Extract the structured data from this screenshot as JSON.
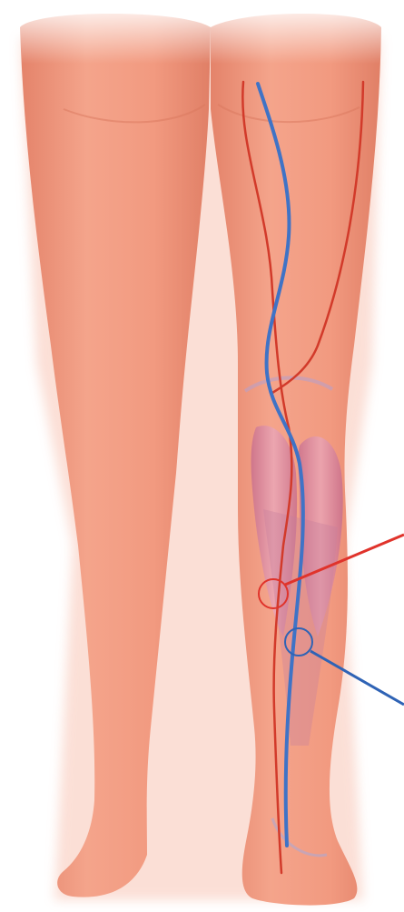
{
  "illustration": {
    "subject": "legs-posterior-view",
    "colors": {
      "background": "#ffffff",
      "skin": "#f0977c",
      "skin_light": "#f7b29c",
      "skin_shadow": "#de7a5f",
      "muscle": "#c97a9e",
      "artery": "#d23a2a",
      "vein": "#3f73c6"
    },
    "callouts": [
      {
        "name": "artery-callout",
        "color": "#e0332b"
      },
      {
        "name": "vein-callout",
        "color": "#2f63b5"
      }
    ]
  }
}
